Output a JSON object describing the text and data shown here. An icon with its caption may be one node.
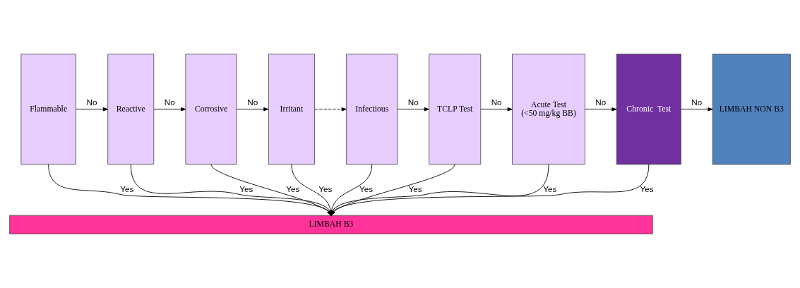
{
  "diagram": {
    "nodes": [
      {
        "text": [
          "Flammable"
        ]
      },
      {
        "text": [
          "Reactive"
        ]
      },
      {
        "text": [
          "Corrosive"
        ]
      },
      {
        "text": [
          "Irritant"
        ]
      },
      {
        "text": [
          "Infectious"
        ]
      },
      {
        "text": [
          "TCLP Test"
        ]
      },
      {
        "text": [
          "Acute Test",
          "(<50 mg/kg BB)"
        ]
      },
      {
        "text": [
          "Chronic  Test"
        ]
      },
      {
        "text": [
          "LIMBAH NON B3"
        ]
      },
      {
        "text": [
          "LIMBAH B3"
        ]
      }
    ],
    "edges": [
      {
        "from": 0,
        "to": 1,
        "arrow": "to",
        "label": "No"
      },
      {
        "from": 1,
        "to": 2,
        "arrow": "to",
        "label": "No"
      },
      {
        "from": 2,
        "to": 3,
        "arrow": "to",
        "label": "No"
      },
      {
        "from": 3,
        "to": 4,
        "arrow": "to",
        "style": "dashed"
      },
      {
        "from": 4,
        "to": 5,
        "arrow": "to",
        "label": "No"
      },
      {
        "from": 5,
        "to": 6,
        "arrow": "to",
        "label": "No"
      },
      {
        "from": 6,
        "to": 7,
        "arrow": "to",
        "label": "No"
      },
      {
        "from": 7,
        "to": 8,
        "arrow": "to",
        "label": "No"
      },
      {
        "from": 0,
        "to": 9,
        "arrow": "to",
        "label": "Yes"
      },
      {
        "from": 1,
        "to": 9,
        "arrow": "to",
        "label": "Yes"
      },
      {
        "from": 2,
        "to": 9,
        "arrow": "to",
        "label": "Yes"
      },
      {
        "from": 3,
        "to": 9,
        "arrow": "to",
        "label": "Yes"
      },
      {
        "from": 4,
        "to": 9,
        "arrow": "to",
        "label": "Yes"
      },
      {
        "from": 5,
        "to": 9,
        "arrow": "to",
        "label": "Yes"
      },
      {
        "from": 6,
        "to": 9,
        "arrow": "to",
        "label": "Yes"
      },
      {
        "from": 7,
        "to": 9,
        "arrow": "to",
        "label": "Yes"
      }
    ]
  }
}
